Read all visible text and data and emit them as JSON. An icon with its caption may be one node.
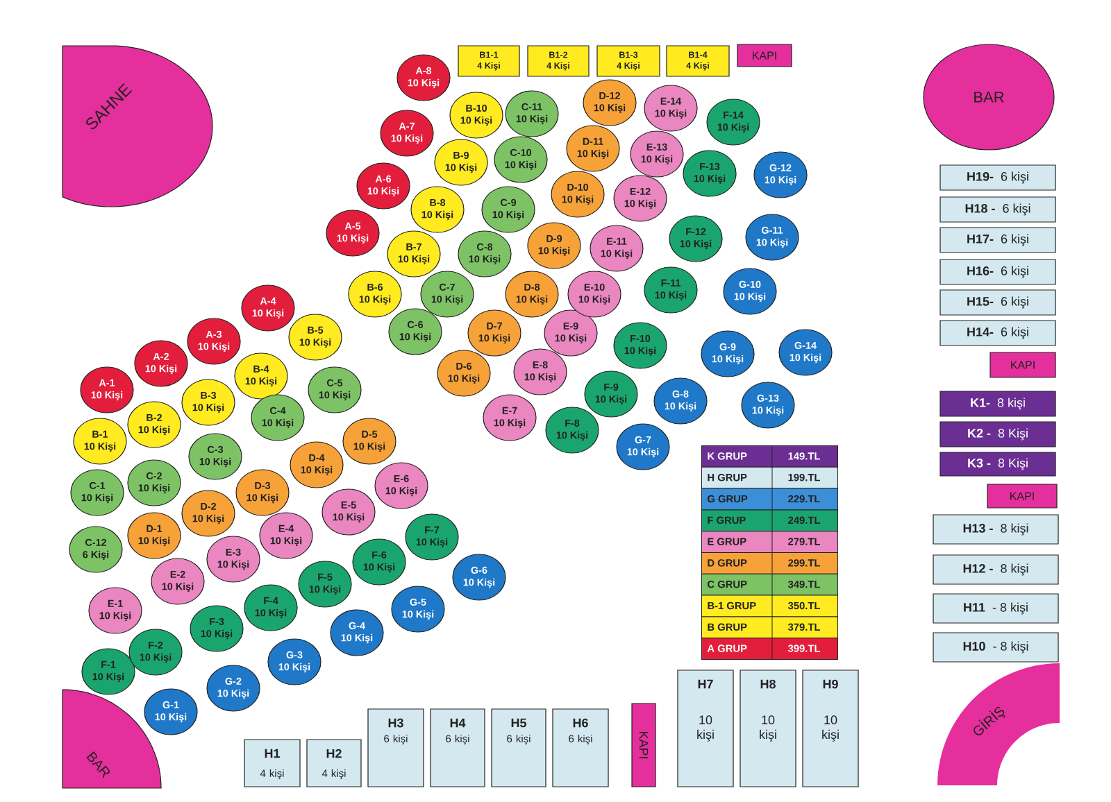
{
  "diagram": {
    "nodes": [
      {
        "text": [
          "SAHNE"
        ]
      },
      {
        "text": [
          "B1-1",
          "4 Kişi"
        ]
      },
      {
        "text": [
          "B1-2",
          "4 Kişi"
        ]
      },
      {
        "text": [
          "B1-3",
          "4 Kişi"
        ]
      },
      {
        "text": [
          "B1-4",
          "4 Kişi"
        ]
      },
      {
        "text": [
          "KAPI"
        ]
      },
      {
        "text": [
          "BAR"
        ]
      },
      {
        "text": [
          "A-1",
          "10 Kişi"
        ]
      },
      {
        "text": [
          "A-2",
          "10 Kişi"
        ]
      },
      {
        "text": [
          "A-3",
          "10 Kişi"
        ]
      },
      {
        "text": [
          "A-4",
          "10 Kişi"
        ]
      },
      {
        "text": [
          "A-5",
          "10 Kişi"
        ]
      },
      {
        "text": [
          "A-6",
          "10 Kişi"
        ]
      },
      {
        "text": [
          "A-7",
          "10 Kişi"
        ]
      },
      {
        "text": [
          "A-8",
          "10 Kişi"
        ]
      },
      {
        "text": [
          "B-1",
          "10 Kişi"
        ]
      },
      {
        "text": [
          "B-2",
          "10 Kişi"
        ]
      },
      {
        "text": [
          "B-3",
          "10 Kişi"
        ]
      },
      {
        "text": [
          "B-4",
          "10 Kişi"
        ]
      },
      {
        "text": [
          "B-5",
          "10 Kişi"
        ]
      },
      {
        "text": [
          "B-6",
          "10 Kişi"
        ]
      },
      {
        "text": [
          "B-7",
          "10 Kişi"
        ]
      },
      {
        "text": [
          "B-8",
          "10 Kişi"
        ]
      },
      {
        "text": [
          "B-9",
          "10 Kişi"
        ]
      },
      {
        "text": [
          "B-10",
          "10 Kişi"
        ]
      },
      {
        "text": [
          "C-1",
          "10 Kişi"
        ]
      },
      {
        "text": [
          "C-2",
          "10 Kişi"
        ]
      },
      {
        "text": [
          "C-3",
          "10 Kişi"
        ]
      },
      {
        "text": [
          "C-4",
          "10 Kişi"
        ]
      },
      {
        "text": [
          "C-5",
          "10 Kişi"
        ]
      },
      {
        "text": [
          "C-6",
          "10 Kişi"
        ]
      },
      {
        "text": [
          "C-7",
          "10 Kişi"
        ]
      },
      {
        "text": [
          "C-8",
          "10 Kişi"
        ]
      },
      {
        "text": [
          "C-9",
          "10 Kişi"
        ]
      },
      {
        "text": [
          "C-10",
          "10 Kişi"
        ]
      },
      {
        "text": [
          "C-11",
          "10 Kişi"
        ]
      },
      {
        "text": [
          "C-12",
          "6 Kişi"
        ]
      },
      {
        "text": [
          "D-1",
          "10 Kişi"
        ]
      },
      {
        "text": [
          "D-2",
          "10 Kişi"
        ]
      },
      {
        "text": [
          "D-3",
          "10 Kişi"
        ]
      },
      {
        "text": [
          "D-4",
          "10 Kişi"
        ]
      },
      {
        "text": [
          "D-5",
          "10 Kişi"
        ]
      },
      {
        "text": [
          "D-6",
          "10 Kişi"
        ]
      },
      {
        "text": [
          "D-7",
          "10 Kişi"
        ]
      },
      {
        "text": [
          "D-8",
          "10 Kişi"
        ]
      },
      {
        "text": [
          "D-9",
          "10 Kişi"
        ]
      },
      {
        "text": [
          "D-10",
          "10 Kişi"
        ]
      },
      {
        "text": [
          "D-11",
          "10 Kişi"
        ]
      },
      {
        "text": [
          "D-12",
          "10 Kişi"
        ]
      },
      {
        "text": [
          "E-1",
          "10 Kişi"
        ]
      },
      {
        "text": [
          "E-2",
          "10 Kişi"
        ]
      },
      {
        "text": [
          "E-3",
          "10 Kişi"
        ]
      },
      {
        "text": [
          "E-4",
          "10 Kişi"
        ]
      },
      {
        "text": [
          "E-5",
          "10 Kişi"
        ]
      },
      {
        "text": [
          "E-6",
          "10 Kişi"
        ]
      },
      {
        "text": [
          "E-7",
          "10 Kişi"
        ]
      },
      {
        "text": [
          "E-8",
          "10 Kişi"
        ]
      },
      {
        "text": [
          "E-9",
          "10 Kişi"
        ]
      },
      {
        "text": [
          "E-10",
          "10 Kişi"
        ]
      },
      {
        "text": [
          "E-11",
          "10 Kişi"
        ]
      },
      {
        "text": [
          "E-12",
          "10 Kişi"
        ]
      },
      {
        "text": [
          "E-13",
          "10 Kişi"
        ]
      },
      {
        "text": [
          "E-14",
          "10 Kişi"
        ]
      },
      {
        "text": [
          "F-1",
          "10 Kişi"
        ]
      },
      {
        "text": [
          "F-2",
          "10 Kişi"
        ]
      },
      {
        "text": [
          "F-3",
          "10 Kişi"
        ]
      },
      {
        "text": [
          "F-4",
          "10 Kişi"
        ]
      },
      {
        "text": [
          "F-5",
          "10 Kişi"
        ]
      },
      {
        "text": [
          "F-6",
          "10 Kişi"
        ]
      },
      {
        "text": [
          "F-7",
          "10 Kişi"
        ]
      },
      {
        "text": [
          "F-8",
          "10 Kişi"
        ]
      },
      {
        "text": [
          "F-9",
          "10 Kişi"
        ]
      },
      {
        "text": [
          "F-10",
          "10 Kişi"
        ]
      },
      {
        "text": [
          "F-11",
          "10 Kişi"
        ]
      },
      {
        "text": [
          "F-12",
          "10 Kişi"
        ]
      },
      {
        "text": [
          "F-13",
          "10 Kişi"
        ]
      },
      {
        "text": [
          "F-14",
          "10 Kişi"
        ]
      },
      {
        "text": [
          "G-1",
          "10 Kişi"
        ]
      },
      {
        "text": [
          "G-2",
          "10 Kişi"
        ]
      },
      {
        "text": [
          "G-3",
          "10 Kişi"
        ]
      },
      {
        "text": [
          "G-4",
          "10 Kişi"
        ]
      },
      {
        "text": [
          "G-5",
          "10 Kişi"
        ]
      },
      {
        "text": [
          "G-6",
          "10 Kişi"
        ]
      },
      {
        "text": [
          "G-7",
          "10 Kişi"
        ]
      },
      {
        "text": [
          "G-8",
          "10 Kişi"
        ]
      },
      {
        "text": [
          "G-9",
          "10 Kişi"
        ]
      },
      {
        "text": [
          "G-10",
          "10 Kişi"
        ]
      },
      {
        "text": [
          "G-11",
          "10 Kişi"
        ]
      },
      {
        "text": [
          "G-12",
          "10 Kişi"
        ]
      },
      {
        "text": [
          "G-13",
          "10 Kişi"
        ]
      },
      {
        "text": [
          "G-14",
          "10 Kişi"
        ]
      },
      {
        "text": [
          "H19-",
          "6 kişi"
        ]
      },
      {
        "text": [
          "H18 -",
          "6 kişi"
        ]
      },
      {
        "text": [
          "H17-",
          "6 kişi"
        ]
      },
      {
        "text": [
          "H16-",
          "6 kişi"
        ]
      },
      {
        "text": [
          "H15-",
          "6 kişi"
        ]
      },
      {
        "text": [
          "H14-",
          "6 kişi"
        ]
      },
      {
        "text": [
          "KAPI"
        ]
      },
      {
        "text": [
          "K1-",
          "8 kişi"
        ]
      },
      {
        "text": [
          "K2 -",
          "8 Kişi"
        ]
      },
      {
        "text": [
          "K3 -",
          "8 Kişi"
        ]
      },
      {
        "text": [
          "KAPI"
        ]
      },
      {
        "text": [
          "H13 -",
          "8 kişi"
        ]
      },
      {
        "text": [
          "H12 -",
          "8 kişi"
        ]
      },
      {
        "text": [
          "H11",
          "- 8 kişi"
        ]
      },
      {
        "text": [
          "H10",
          "- 8 kişi"
        ]
      },
      {
        "text": [
          "K GRUP",
          "149.TL"
        ]
      },
      {
        "text": [
          "H GRUP",
          "199.TL"
        ]
      },
      {
        "text": [
          "G GRUP",
          "229.TL"
        ]
      },
      {
        "text": [
          "F GRUP",
          "249.TL"
        ]
      },
      {
        "text": [
          "E GRUP",
          "279.TL"
        ]
      },
      {
        "text": [
          "D GRUP",
          "299.TL"
        ]
      },
      {
        "text": [
          "C GRUP",
          "349.TL"
        ]
      },
      {
        "text": [
          "B-1 GRUP",
          "350.TL"
        ]
      },
      {
        "text": [
          "B GRUP",
          "379.TL"
        ]
      },
      {
        "text": [
          "A GRUP",
          "399.TL"
        ]
      },
      {
        "text": [
          "BAR"
        ]
      },
      {
        "text": [
          "H1",
          "4 kişi"
        ]
      },
      {
        "text": [
          "H2",
          "4 kişi"
        ]
      },
      {
        "text": [
          "H3",
          "6 kişi"
        ]
      },
      {
        "text": [
          "H4",
          "6 kişi"
        ]
      },
      {
        "text": [
          "H5",
          "6 kişi"
        ]
      },
      {
        "text": [
          "H6",
          "6 kişi"
        ]
      },
      {
        "text": [
          "KAPI"
        ]
      },
      {
        "text": [
          "H7",
          "10 kişi"
        ]
      },
      {
        "text": [
          "H8",
          "10 kişi"
        ]
      },
      {
        "text": [
          "H9",
          "10 kişi"
        ]
      },
      {
        "text": [
          "GİRİŞ"
        ]
      }
    ]
  }
}
